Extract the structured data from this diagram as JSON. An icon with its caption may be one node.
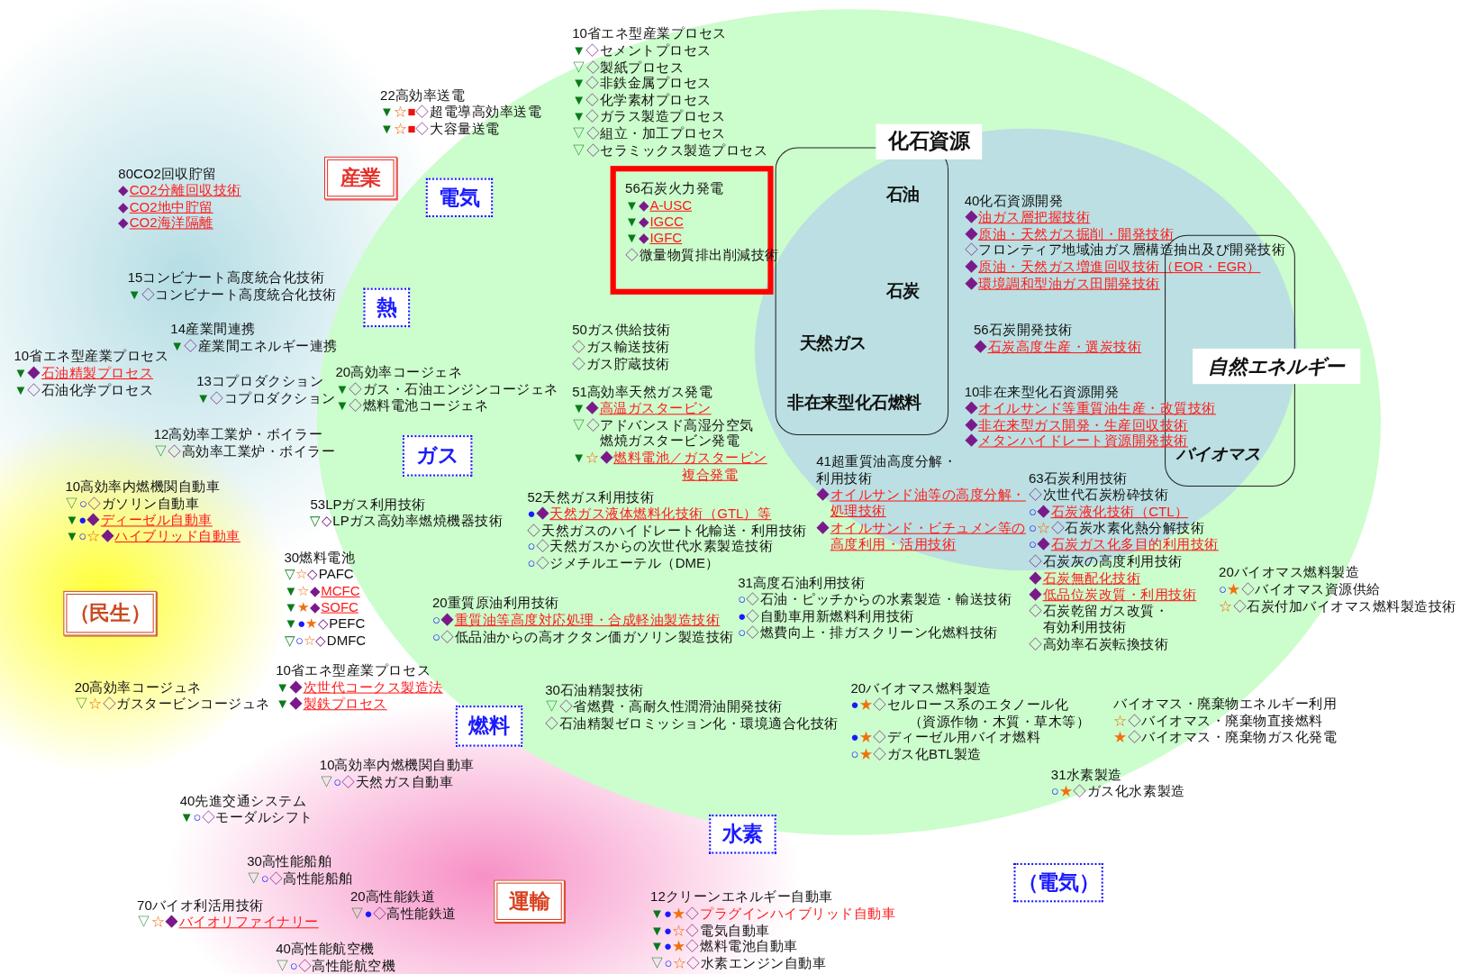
{
  "diagram": {
    "nodes": [
      {
        "text": [
          "10省エネ型産業プロセス",
          "▼◇セメントプロセス",
          "▽◇製紙プロセス",
          "▼◇非鉄金属プロセス",
          "▼◇化学素材プロセス",
          "▼◇ガラス製造プロセス",
          "▽◇組立・加工プロセス",
          "▽◇セラミックス製造プロセス"
        ]
      },
      {
        "text": [
          "22高効率送電",
          "▼☆■◇超電導高効率送電",
          "▼☆■◇大容量送電"
        ]
      },
      {
        "text": [
          "化石資源",
          "石油",
          "石炭",
          "天然ガス",
          "非在来型化石燃料"
        ]
      },
      {
        "text": [
          "産業"
        ]
      },
      {
        "text": [
          "80CO2回収貯留",
          "◆CO2分離回収技術",
          "◆CO2地中貯留",
          "◆CO2海洋隔離"
        ]
      },
      {
        "text": [
          "電気"
        ]
      },
      {
        "text": [
          "56石炭火力発電",
          "▼◆A-USC",
          "▼◆IGCC",
          "▼◆IGFC",
          "◇微量物質排出削減技術"
        ]
      },
      {
        "text": [
          "40化石資源開発",
          "◆油ガス層把握技術",
          "◆原油・天然ガス掘削・開発技術",
          "◇フロンティア地域油ガス層構造抽出及び開発技術",
          "◆原油・天然ガス増進回収技術（EOR・EGR）",
          "◆環境調和型油ガス田開発技術"
        ]
      },
      {
        "text": [
          "自然エネルギー",
          "バイオマス"
        ]
      },
      {
        "text": [
          "15コンビナート高度統合化技術",
          "▼◇コンビナート高度統合化技術"
        ]
      },
      {
        "text": [
          "熱"
        ]
      },
      {
        "text": [
          "14産業間連携",
          "▼◇産業間エネルギー連携"
        ]
      },
      {
        "text": [
          "10省エネ型産業プロセス",
          "▼◆石油精製プロセス",
          "▼◇石油化学プロセス"
        ]
      },
      {
        "text": [
          "50ガス供給技術",
          "◇ガス輸送技術",
          "◇ガス貯蔵技術"
        ]
      },
      {
        "text": [
          "56石炭開発技術",
          "◆石炭高度生産・選炭技術"
        ]
      },
      {
        "text": [
          "20高効率コージェネ",
          "▼◇ガス・石油エンジンコージェネ",
          "▼◇燃料電池コージェネ"
        ]
      },
      {
        "text": [
          "13コプロダクション",
          "▼◇コプロダクション"
        ]
      },
      {
        "text": [
          "51高効率天然ガス発電",
          "▼◆高温ガスタービン",
          "▽◇アドバンスド高湿分空気燃焼ガスタービン発電",
          "▼☆◆燃料電池／ガスタービン複合発電"
        ]
      },
      {
        "text": [
          "10非在来型化石資源開発",
          "◆オイルサンド等重質油生産・改質技術",
          "◆非在来型ガス開発・生産回収技術",
          "◆メタンハイドレート資源開発技術"
        ]
      },
      {
        "text": [
          "12高効率工業炉・ボイラー",
          "▽◇高効率工業炉・ボイラー"
        ]
      },
      {
        "text": [
          "ガス"
        ]
      },
      {
        "text": [
          "41超重質油高度分解・利用技術",
          "◆オイルサンド油等の高度分解・処理技術",
          "◆オイルサンド・ビチュメン等の高度利用・活用技術"
        ]
      },
      {
        "text": [
          "63石炭利用技術",
          "◇次世代石炭粉砕技術",
          "○◆石炭液化技術（CTL）",
          "○☆◇石炭水素化熱分解技術",
          "○◆石炭ガス化多目的利用技術",
          "◇石炭灰の高度利用技術",
          "◆石炭無配化技術",
          "◆低品位炭改質・利用技術",
          "◇石炭乾留ガス改質・有効利用技術",
          "◇高効率石炭転換技術"
        ]
      },
      {
        "text": [
          "10高効率内燃機関自動車",
          "▽○◇ガソリン自動車",
          "▼●◆ディーゼル自動車",
          "▼○☆◆ハイブリッド自動車"
        ]
      },
      {
        "text": [
          "52天然ガス利用技術",
          "●◆天然ガス液体燃料化技術（GTL）等",
          "◇天然ガスのハイドレート化輸送・利用技術",
          "○◇天然ガスからの次世代水素製造技術",
          "○◇ジメチルエーテル（DME）"
        ]
      },
      {
        "text": [
          "53LPガス利用技術",
          "▽◇LPガス高効率燃焼機器技術"
        ]
      },
      {
        "text": [
          "30燃料電池",
          "▽☆◇PAFC",
          "▼☆◆MCFC",
          "▼★◆SOFC",
          "▼●★◇PEFC",
          "▽○☆◇DMFC"
        ]
      },
      {
        "text": [
          "20バイオマス燃料製造",
          "○★◇バイオマス資源供給",
          "☆◇石炭付加バイオマス燃料製造技術"
        ]
      },
      {
        "text": [
          "31高度石油利用技術",
          "○◇石油・ピッチからの水素製造・輸送技術",
          "●◇自動車用新燃料利用技術",
          "○◇燃費向上・排ガスクリーン化燃料技術"
        ]
      },
      {
        "text": [
          "20重質原油利用技術",
          "○◆重質油等高度対応処理・合成軽油製造技術",
          "○◇低品油からの高オクタン価ガソリン製造技術"
        ]
      },
      {
        "text": [
          "（民生）"
        ]
      },
      {
        "text": [
          "10省エネ型産業プロセス",
          "▼◆次世代コークス製造法",
          "▼◆製鉄プロセス"
        ]
      },
      {
        "text": [
          "20高効率コージュネ",
          "▽☆◇ガスタービンコージュネ"
        ]
      },
      {
        "text": [
          "30石油精製技術",
          "▽◇省燃費・高耐久性潤滑油開発技術",
          "◇石油精製ゼロミッション化・環境適合化技術"
        ]
      },
      {
        "text": [
          "20バイオマス燃料製造",
          "●★◇セルロース系のエタノール化（資源作物・木質・草木等）",
          "●★◇ディーゼル用バイオ燃料",
          "○★◇ガス化BTL製造"
        ]
      },
      {
        "text": [
          "バイオマス・廃棄物エネルギー利用",
          "☆◇バイオマス・廃棄物直接燃料",
          "★◇バイオマス・廃棄物ガス化発電"
        ]
      },
      {
        "text": [
          "燃料"
        ]
      },
      {
        "text": [
          "10高効率内燃機関自動車",
          "▽○◇天然ガス自動車"
        ]
      },
      {
        "text": [
          "31水素製造",
          "○★◇ガス化水素製造"
        ]
      },
      {
        "text": [
          "40先進交通システム",
          "▼○◇モーダルシフト"
        ]
      },
      {
        "text": [
          "水素"
        ]
      },
      {
        "text": [
          "30高性能船舶",
          "▽○◇高性能船舶"
        ]
      },
      {
        "text": [
          "（電気）"
        ]
      },
      {
        "text": [
          "運輸"
        ]
      },
      {
        "text": [
          "12クリーンエネルギー自動車",
          "▼●★◇プラグインハイブリッド自動車",
          "▼●☆◇電気自動車",
          "▼●★◇燃料電池自動車",
          "▽○☆◇水素エンジン自動車"
        ]
      },
      {
        "text": [
          "20高性能鉄道",
          "▽●◇高性能鉄道"
        ]
      },
      {
        "text": [
          "70バイオ利活用技術",
          "▽☆◆バイオリファイナリー"
        ]
      },
      {
        "text": [
          "40高性能航空機",
          "▽○◇高性能航空機"
        ]
      }
    ]
  }
}
